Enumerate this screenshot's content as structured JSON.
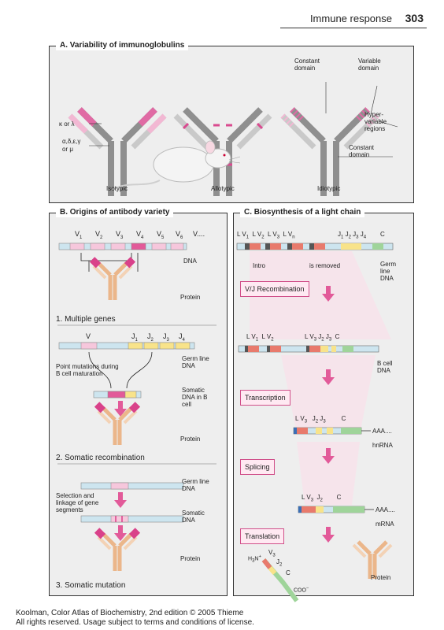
{
  "header": {
    "title": "Immune response",
    "page_number": "303"
  },
  "panel_a": {
    "title": "A. Variability of immunoglobulins",
    "chain_light": "κ or λ",
    "chain_heavy_1": "α,δ,ε,γ",
    "chain_heavy_2": "or μ",
    "constant_domain_top": "Constant domain",
    "variable_domain": "Variable domain",
    "hypervariable": "Hyper-variable regions",
    "constant_domain_side": "Constant domain",
    "isotypic": "Isotypic",
    "allotypic": "Allotypic",
    "idiotypic": "Idiotypic"
  },
  "panel_b": {
    "title": "B. Origins of antibody variety",
    "dna": "DNA",
    "protein": "Protein",
    "multiple_genes": "1. Multiple genes",
    "v": "V",
    "germ_line_dna": "Germ line DNA",
    "point_mutations": "Point mutations during B cell maturation",
    "somatic_dna_bcell": "Somatic DNA in B cell",
    "protein_2": "Protein",
    "somatic_recombination": "2. Somatic recombination",
    "germ_line_dna_3": "Germ line DNA",
    "selection": "Selection and linkage of gene segments",
    "somatic_dna": "Somatic DNA",
    "protein_3": "Protein",
    "somatic_mutation": "3. Somatic mutation"
  },
  "panel_c": {
    "title": "C. Biosynthesis of a light chain",
    "c": "C",
    "intro": "Intro",
    "is_removed": "is removed",
    "germ_line_dna": "Germ line DNA",
    "vj_recombination": "V/J Recombination",
    "b_cell_dna": "B cell DNA",
    "transcription": "Transcription",
    "aaa1": "AAA....",
    "hnrna": "hnRNA",
    "splicing": "Splicing",
    "aaa2": "AAA....",
    "mrna": "mRNA",
    "translation": "Translation",
    "c_protein": "C",
    "protein": "Protein"
  },
  "footer": {
    "line1": "Koolman, Color Atlas of Biochemistry, 2nd edition © 2005 Thieme",
    "line2": "All rights reserved. Usage subject to terms and conditions of license."
  }
}
